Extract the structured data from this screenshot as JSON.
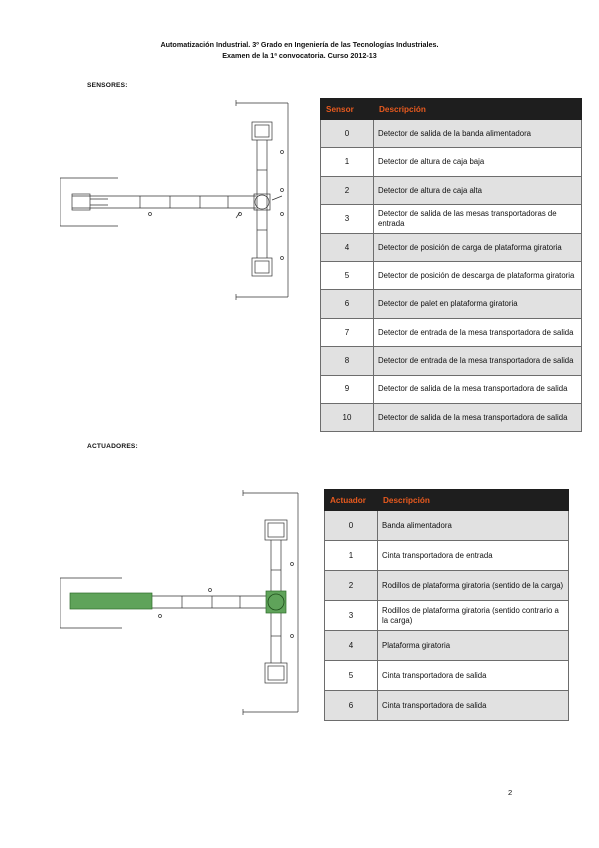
{
  "header": {
    "line1": "Automatización Industrial. 3º Grado en Ingeniería de las Tecnologías Industriales.",
    "line2": "Examen de la 1ª convocatoria. Curso 2012-13"
  },
  "sensors": {
    "label": "SENSORES:",
    "col_id": "Sensor",
    "col_desc": "Descripción",
    "rows": [
      {
        "id": "0",
        "desc": "Detector de salida de la banda alimentadora"
      },
      {
        "id": "1",
        "desc": "Detector de altura de caja baja"
      },
      {
        "id": "2",
        "desc": "Detector de altura de caja alta"
      },
      {
        "id": "3",
        "desc": "Detector de salida de las mesas transportadoras de entrada"
      },
      {
        "id": "4",
        "desc": "Detector de posición de carga de plataforma giratoria"
      },
      {
        "id": "5",
        "desc": "Detector de posición de descarga de plataforma giratoria"
      },
      {
        "id": "6",
        "desc": "Detector de palet en plataforma giratoria"
      },
      {
        "id": "7",
        "desc": "Detector de entrada de la mesa transportadora de salida"
      },
      {
        "id": "8",
        "desc": "Detector de entrada de la mesa transportadora de salida"
      },
      {
        "id": "9",
        "desc": "Detector de salida de la mesa transportadora de salida"
      },
      {
        "id": "10",
        "desc": "Detector de salida de la mesa transportadora de salida"
      }
    ]
  },
  "actuators": {
    "label": "ACTUADORES:",
    "col_id": "Actuador",
    "col_desc": "Descripción",
    "rows": [
      {
        "id": "0",
        "desc": "Banda alimentadora"
      },
      {
        "id": "1",
        "desc": "Cinta transportadora de entrada"
      },
      {
        "id": "2",
        "desc": "Rodillos de plataforma giratoria (sentido de la carga)"
      },
      {
        "id": "3",
        "desc": "Rodillos de plataforma giratoria (sentido contrario a la carga)"
      },
      {
        "id": "4",
        "desc": "Plataforma giratoria"
      },
      {
        "id": "5",
        "desc": "Cinta transportadora de salida"
      },
      {
        "id": "6",
        "desc": "Cinta transportadora de salida"
      }
    ]
  },
  "page_number": "2",
  "colors": {
    "header_bg": "#1e1e1e",
    "header_text": "#e85a1e",
    "row_alt": "#e1e1e1",
    "highlight_green": "#5fa35a"
  }
}
